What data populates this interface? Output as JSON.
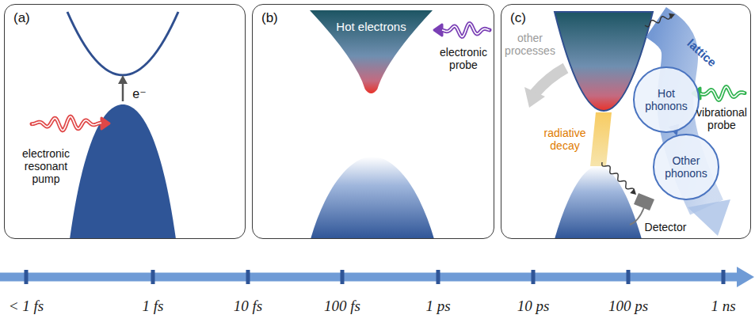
{
  "diagram": {
    "nodes": [
      {
        "text": [
          "(a)"
        ]
      },
      {
        "text": [
          "(b)"
        ]
      },
      {
        "text": [
          "Hot electrons"
        ],
        "in": 1
      },
      {
        "text": [
          "(c)"
        ]
      },
      {
        "text": [
          "Hot phonons"
        ],
        "in": 3
      },
      {
        "text": [
          "Other phonons"
        ],
        "in": 3
      }
    ],
    "edges": [
      {
        "from": 4,
        "to": 5,
        "arrow": "to"
      }
    ],
    "labels": [
      "e⁻",
      "electronic resonant pump",
      "electronic probe",
      "other processes",
      "lattice",
      "radiative decay",
      "Detector",
      "vibrational probe",
      "< 1 fs",
      "1 fs",
      "10 fs",
      "100 fs",
      "1 ps",
      "10 ps",
      "100 ps",
      "1 ns"
    ]
  }
}
